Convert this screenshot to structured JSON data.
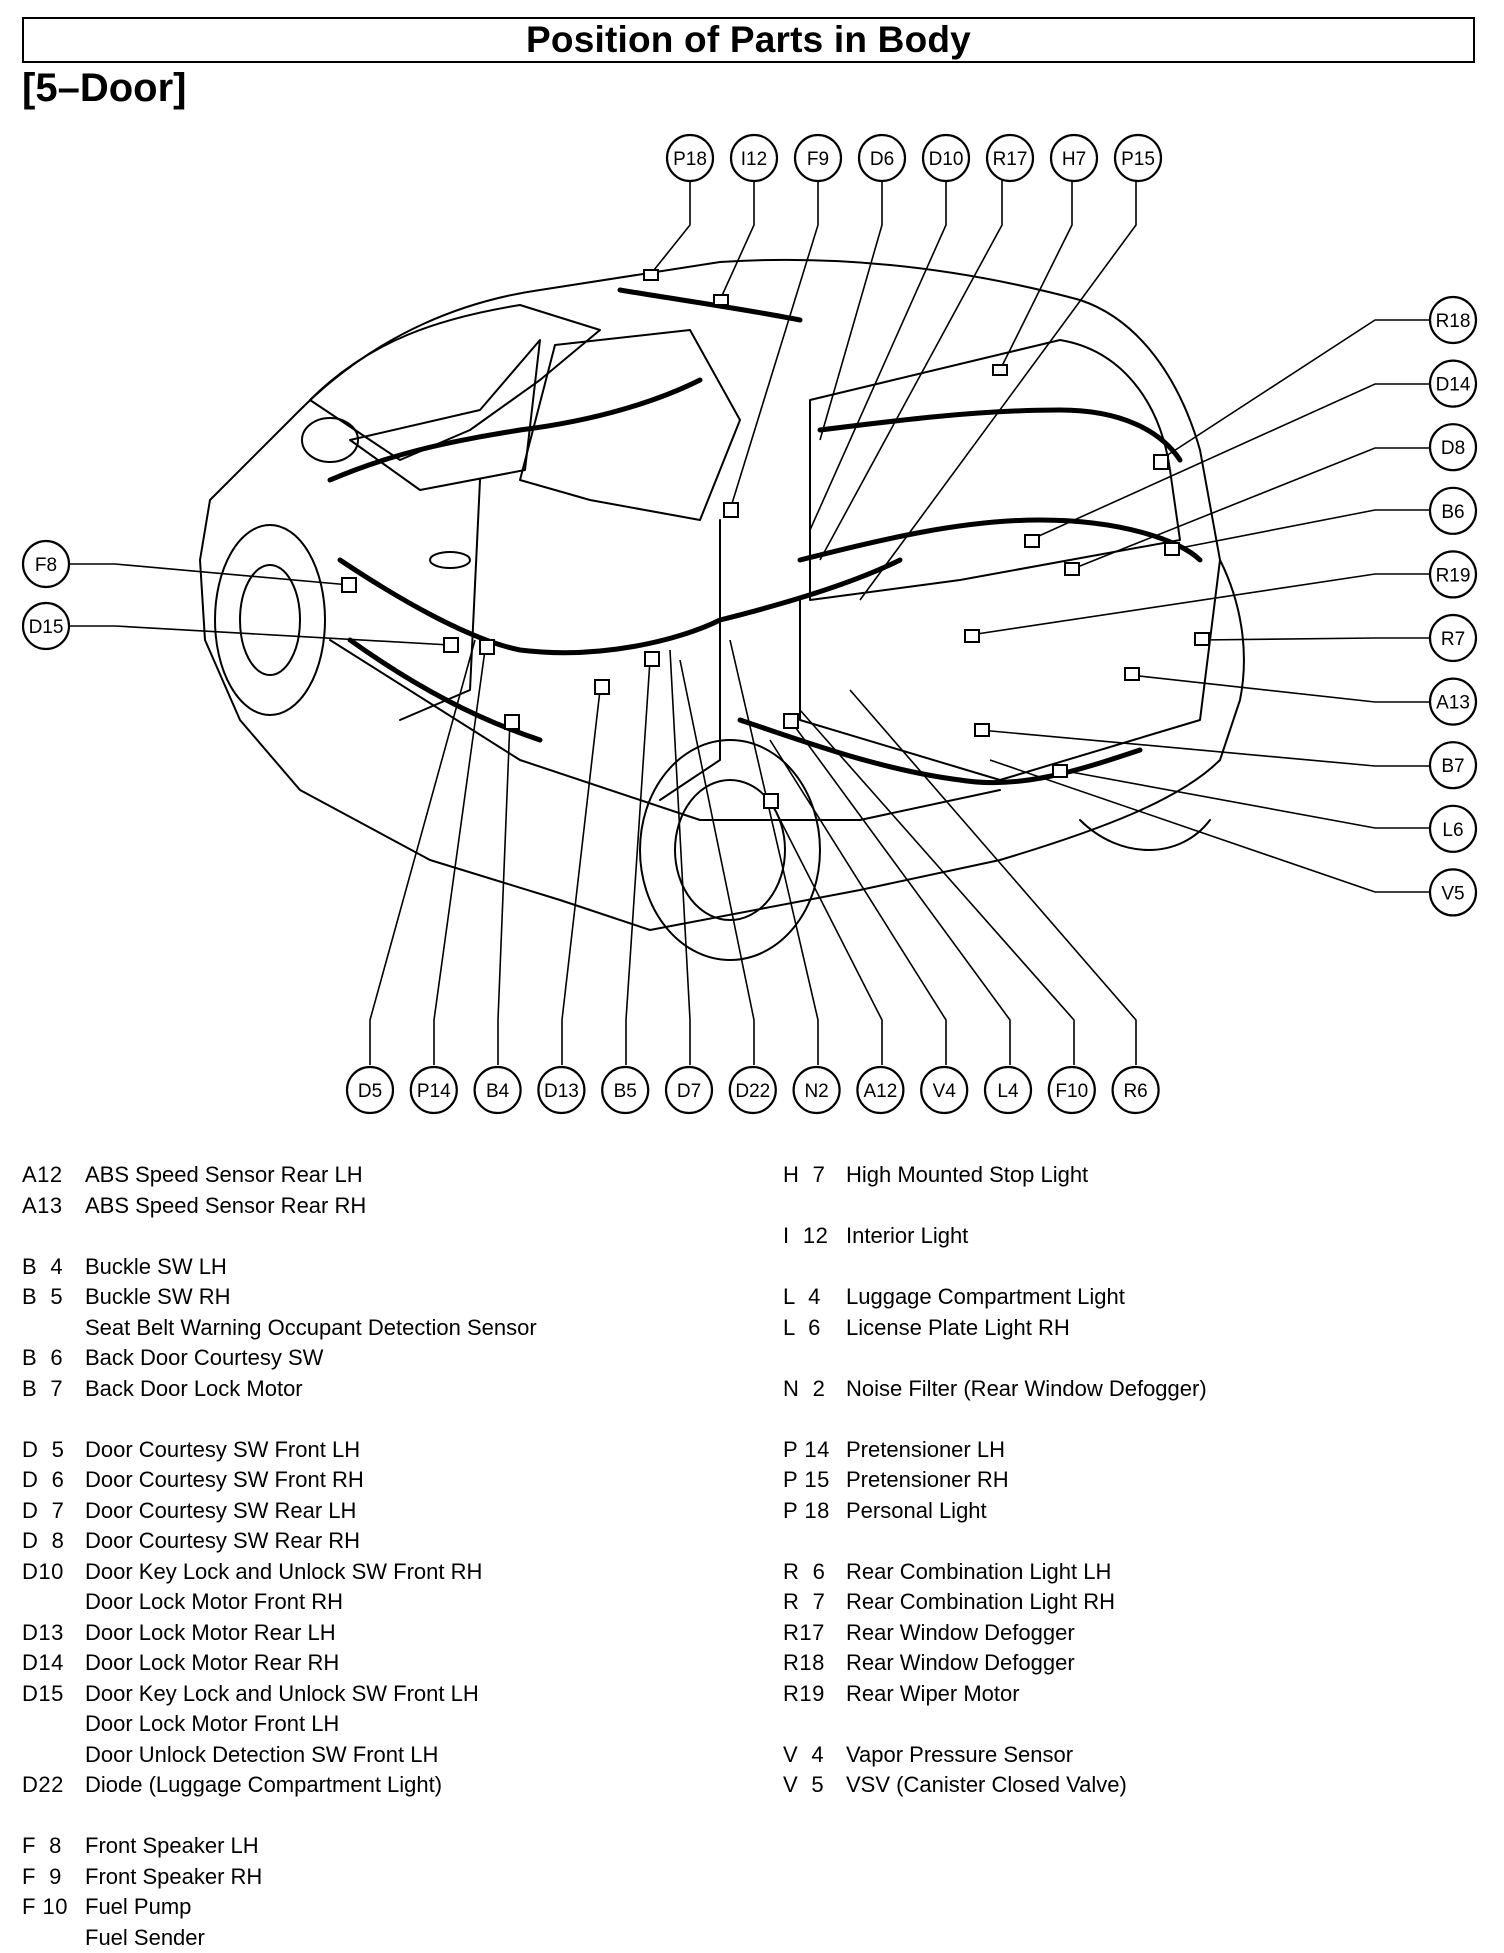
{
  "header": {
    "title": "Position of Parts in Body",
    "subtitle": "[5–Door]"
  },
  "diagram": {
    "top_callouts": [
      "P18",
      "I12",
      "F9",
      "D6",
      "D10",
      "R17",
      "H7",
      "P15"
    ],
    "right_callouts": [
      "R18",
      "D14",
      "D8",
      "B6",
      "R19",
      "R7",
      "A13",
      "B7",
      "L6",
      "V5"
    ],
    "left_callouts": [
      "F8",
      "D15"
    ],
    "bottom_callouts": [
      "D5",
      "P14",
      "B4",
      "D13",
      "B5",
      "D7",
      "D22",
      "N2",
      "A12",
      "V4",
      "L4",
      "F10",
      "R6"
    ]
  },
  "legend": {
    "left": [
      {
        "code": "A12",
        "label": "ABS Speed Sensor Rear LH"
      },
      {
        "code": "A13",
        "label": "ABS Speed Sensor Rear RH"
      },
      {
        "code": "",
        "label": ""
      },
      {
        "code": "B  4",
        "label": "Buckle SW LH"
      },
      {
        "code": "B  5",
        "label": "Buckle SW RH"
      },
      {
        "code": "",
        "label": "Seat Belt Warning Occupant Detection Sensor"
      },
      {
        "code": "B  6",
        "label": "Back Door Courtesy SW"
      },
      {
        "code": "B  7",
        "label": "Back Door Lock Motor"
      },
      {
        "code": "",
        "label": ""
      },
      {
        "code": "D  5",
        "label": "Door Courtesy SW Front LH"
      },
      {
        "code": "D  6",
        "label": "Door Courtesy SW Front RH"
      },
      {
        "code": "D  7",
        "label": "Door Courtesy SW Rear LH"
      },
      {
        "code": "D  8",
        "label": "Door Courtesy SW Rear RH"
      },
      {
        "code": "D10",
        "label": "Door Key Lock and Unlock SW Front RH"
      },
      {
        "code": "",
        "label": "Door Lock Motor Front RH"
      },
      {
        "code": "D13",
        "label": "Door Lock Motor Rear LH"
      },
      {
        "code": "D14",
        "label": "Door Lock Motor Rear RH"
      },
      {
        "code": "D15",
        "label": "Door Key Lock and Unlock SW Front LH"
      },
      {
        "code": "",
        "label": "Door Lock Motor Front LH"
      },
      {
        "code": "",
        "label": "Door Unlock Detection SW Front LH"
      },
      {
        "code": "D22",
        "label": "Diode (Luggage Compartment Light)"
      },
      {
        "code": "",
        "label": ""
      },
      {
        "code": "F  8",
        "label": "Front Speaker LH"
      },
      {
        "code": "F  9",
        "label": "Front Speaker RH"
      },
      {
        "code": "F 10",
        "label": "Fuel Pump"
      },
      {
        "code": "",
        "label": "Fuel Sender"
      }
    ],
    "right": [
      {
        "code": "H  7",
        "label": "High Mounted Stop Light"
      },
      {
        "code": "",
        "label": ""
      },
      {
        "code": "I  12",
        "label": "Interior Light"
      },
      {
        "code": "",
        "label": ""
      },
      {
        "code": "L  4",
        "label": "Luggage Compartment Light"
      },
      {
        "code": "L  6",
        "label": "License Plate Light RH"
      },
      {
        "code": "",
        "label": ""
      },
      {
        "code": "N  2",
        "label": "Noise Filter (Rear Window Defogger)"
      },
      {
        "code": "",
        "label": ""
      },
      {
        "code": "P 14",
        "label": "Pretensioner LH"
      },
      {
        "code": "P 15",
        "label": "Pretensioner RH"
      },
      {
        "code": "P 18",
        "label": "Personal Light"
      },
      {
        "code": "",
        "label": ""
      },
      {
        "code": "R  6",
        "label": "Rear Combination Light LH"
      },
      {
        "code": "R  7",
        "label": "Rear Combination Light RH"
      },
      {
        "code": "R17",
        "label": "Rear Window Defogger"
      },
      {
        "code": "R18",
        "label": "Rear Window Defogger"
      },
      {
        "code": "R19",
        "label": "Rear Wiper Motor"
      },
      {
        "code": "",
        "label": ""
      },
      {
        "code": "V  4",
        "label": "Vapor Pressure Sensor"
      },
      {
        "code": "V  5",
        "label": "VSV (Canister Closed Valve)"
      }
    ]
  }
}
